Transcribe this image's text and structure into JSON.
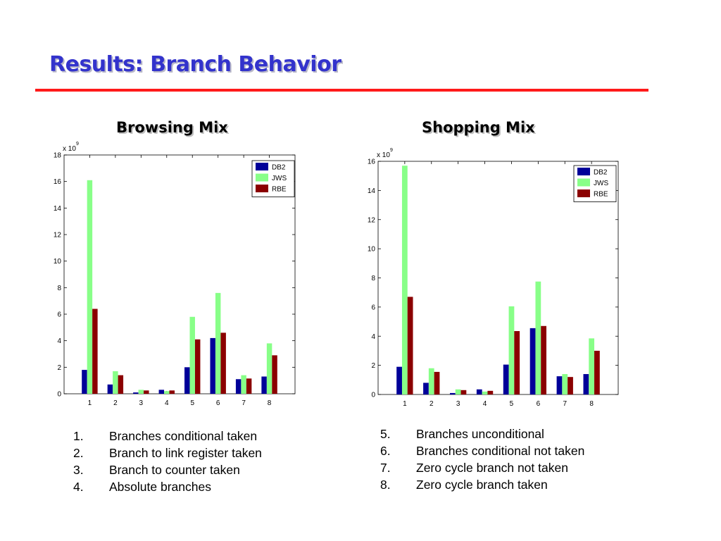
{
  "slide": {
    "title": "Results: Branch Behavior",
    "accent_color": "#ff1a1a",
    "title_color": "#3333cc"
  },
  "colors": {
    "DB2": "#000099",
    "JWS": "#88ff88",
    "RBE": "#8b0000"
  },
  "chart_data": [
    {
      "type": "bar",
      "title": "Browsing Mix",
      "multiplier_label": "x 10",
      "multiplier_exp": "9",
      "categories": [
        "1",
        "2",
        "3",
        "4",
        "5",
        "6",
        "7",
        "8"
      ],
      "ylim": [
        0,
        18
      ],
      "yticks": [
        "0",
        "2",
        "4",
        "6",
        "8",
        "10",
        "12",
        "14",
        "16",
        "18"
      ],
      "legend_position": "top-right",
      "series": [
        {
          "name": "DB2",
          "values": [
            1.8,
            0.7,
            0.1,
            0.3,
            2.0,
            4.2,
            1.1,
            1.3
          ]
        },
        {
          "name": "JWS",
          "values": [
            16.1,
            1.7,
            0.3,
            0.2,
            5.8,
            7.6,
            1.4,
            3.8
          ]
        },
        {
          "name": "RBE",
          "values": [
            6.4,
            1.4,
            0.25,
            0.25,
            4.1,
            4.6,
            1.15,
            2.9
          ]
        }
      ]
    },
    {
      "type": "bar",
      "title": "Shopping Mix",
      "multiplier_label": "x 10",
      "multiplier_exp": "9",
      "categories": [
        "1",
        "2",
        "3",
        "4",
        "5",
        "6",
        "7",
        "8"
      ],
      "ylim": [
        0,
        16
      ],
      "yticks": [
        "0",
        "2",
        "4",
        "6",
        "8",
        "10",
        "12",
        "14",
        "16"
      ],
      "legend_position": "top-right",
      "series": [
        {
          "name": "DB2",
          "values": [
            1.9,
            0.8,
            0.1,
            0.35,
            2.05,
            4.55,
            1.25,
            1.4
          ]
        },
        {
          "name": "JWS",
          "values": [
            15.7,
            1.8,
            0.35,
            0.2,
            6.05,
            7.75,
            1.4,
            3.85
          ]
        },
        {
          "name": "RBE",
          "values": [
            6.7,
            1.55,
            0.3,
            0.25,
            4.35,
            4.7,
            1.2,
            3.0
          ]
        }
      ]
    }
  ],
  "lists": {
    "left": [
      {
        "num": "1.",
        "text": "Branches conditional taken"
      },
      {
        "num": "2.",
        "text": "Branch to link register taken"
      },
      {
        "num": "3.",
        "text": "Branch to counter taken"
      },
      {
        "num": "4.",
        "text": "Absolute branches"
      }
    ],
    "right": [
      {
        "num": "5.",
        "text": "Branches unconditional"
      },
      {
        "num": "6.",
        "text": "Branches conditional not taken"
      },
      {
        "num": "7.",
        "text": "Zero cycle branch not taken"
      },
      {
        "num": "8.",
        "text": "Zero cycle branch taken"
      }
    ]
  }
}
